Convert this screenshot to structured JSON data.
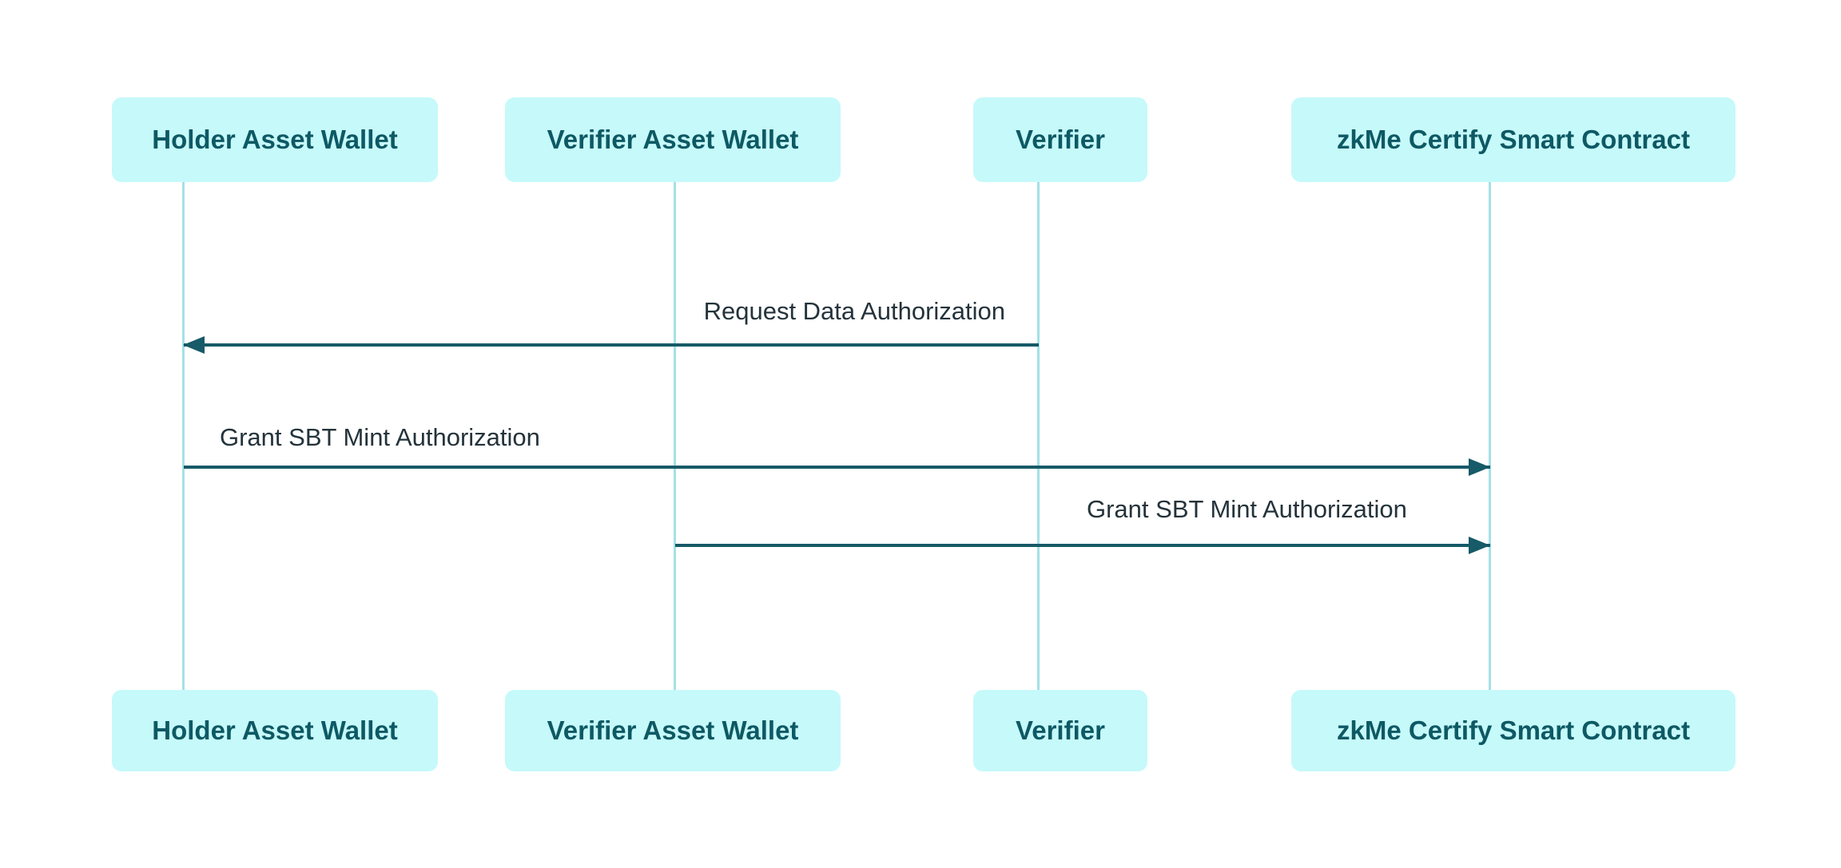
{
  "diagram": {
    "type": "sequence-diagram",
    "colors": {
      "background": "#ffffff",
      "actor_fill": "#c6f9fa",
      "actor_text": "#0d5964",
      "lifeline": "#a4e1e7",
      "arrow": "#175a68",
      "message_text": "#24333b"
    },
    "participants": [
      {
        "label": "Holder Asset Wallet"
      },
      {
        "label": "Verifier Asset Wallet"
      },
      {
        "label": "Verifier"
      },
      {
        "label": "zkMe Certify Smart Contract"
      }
    ],
    "messages": [
      {
        "label": "Request Data Authorization",
        "from": "Verifier",
        "to": "Holder Asset Wallet",
        "direction": "left"
      },
      {
        "label": "Grant SBT Mint Authorization",
        "from": "Holder Asset Wallet",
        "to": "zkMe Certify Smart Contract",
        "direction": "right"
      },
      {
        "label": "Grant SBT Mint Authorization",
        "from": "Verifier Asset Wallet",
        "to": "zkMe Certify Smart Contract",
        "direction": "right"
      }
    ]
  }
}
